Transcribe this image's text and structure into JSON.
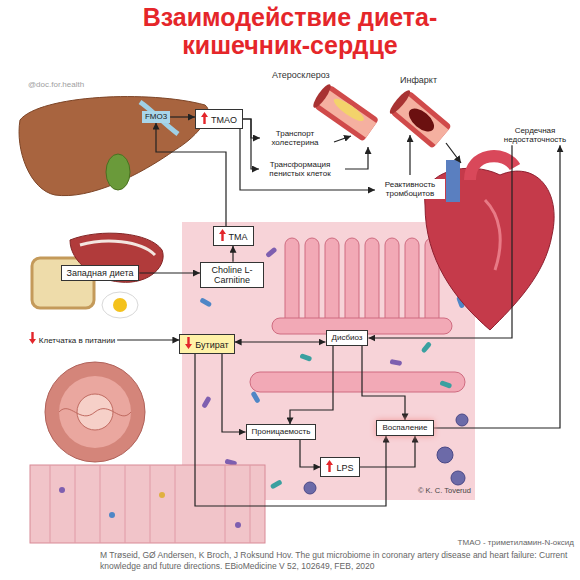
{
  "diagram": {
    "title": "Взаимодействие диета-кишечник-сердце",
    "caption": "M Trøseid, GØ Andersen, K Broch, J Roksund Hov. The gut microbiome in coronary artery disease and heart failure: Current knowledge and future directions. EBioMedicine V 52, 102649, FEB, 2020",
    "nodes": [
      {
        "text": [
          "FMO3"
        ]
      },
      {
        "text": [
          "TMAO"
        ]
      },
      {
        "text": [
          "Транспорт холестерина"
        ]
      },
      {
        "text": [
          "Трансформация пенистых клеток"
        ]
      },
      {
        "text": [
          "Сердечная недостаточность"
        ]
      },
      {
        "text": [
          "Реактивность тромбоцитов"
        ]
      },
      {
        "text": [
          "TMA"
        ]
      },
      {
        "text": [
          "Западная диета"
        ]
      },
      {
        "text": [
          "Choline L-Carnitine"
        ]
      },
      {
        "text": [
          "Клетчатка в питании"
        ]
      },
      {
        "text": [
          "Бутират"
        ]
      },
      {
        "text": [
          "Дисбиоз"
        ]
      },
      {
        "text": [
          "Проницаемость"
        ]
      },
      {
        "text": [
          "Воспаление"
        ]
      },
      {
        "text": [
          "LPS"
        ]
      }
    ],
    "edges": [
      {
        "from": 6,
        "to": 0,
        "arrow": "to"
      },
      {
        "from": 0,
        "to": 1,
        "arrow": "to"
      },
      {
        "from": 1,
        "to": 2,
        "arrow": "to"
      },
      {
        "from": 1,
        "to": 3,
        "arrow": "to"
      },
      {
        "from": 1,
        "to": 5,
        "arrow": "to"
      },
      {
        "from": 8,
        "to": 6,
        "arrow": "to"
      },
      {
        "from": 7,
        "to": 8,
        "arrow": "to"
      },
      {
        "from": 9,
        "to": 10,
        "arrow": "to"
      },
      {
        "from": 10,
        "to": 11,
        "arrow": "both"
      },
      {
        "from": 10,
        "to": 12,
        "arrow": "to"
      },
      {
        "from": 10,
        "to": 13,
        "arrow": "to"
      },
      {
        "from": 11,
        "to": 12,
        "arrow": "to"
      },
      {
        "from": 12,
        "to": 14,
        "arrow": "to"
      },
      {
        "from": 14,
        "to": 13,
        "arrow": "to"
      },
      {
        "from": 11,
        "to": 13,
        "arrow": "to"
      },
      {
        "from": 13,
        "to": 4,
        "arrow": "to"
      },
      {
        "from": 4,
        "to": 11,
        "arrow": "to"
      }
    ],
    "labels": [
      "Атеросклероз",
      "Инфаркт",
      "@doc.for.health",
      "© K. C. Toverud",
      "TMAO - триметиламин-N-оксид"
    ]
  }
}
